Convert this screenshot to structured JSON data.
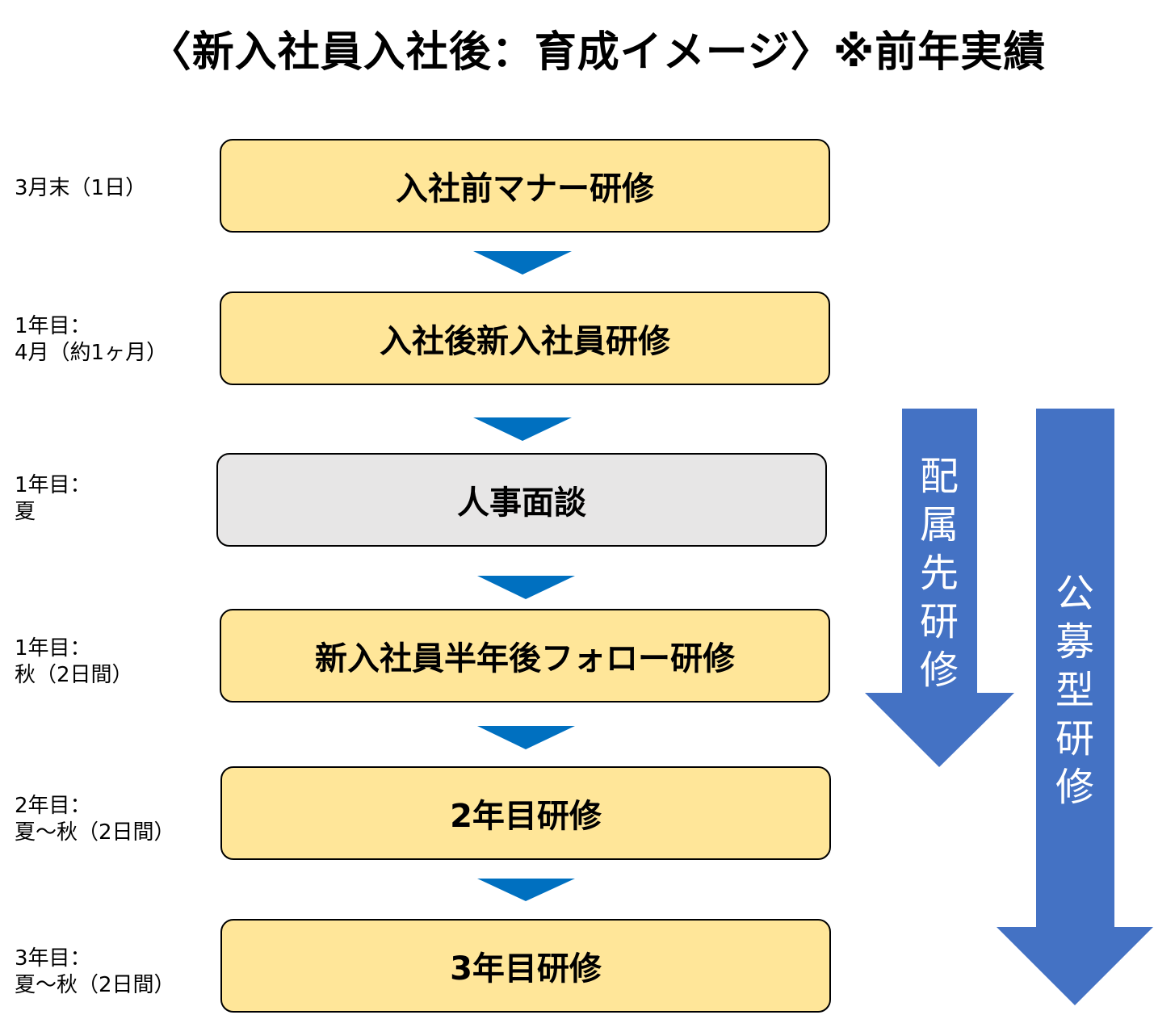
{
  "title": "〈新入社員入社後：育成イメージ〉※前年実績",
  "steps": [
    {
      "period": "3月末（1日）",
      "name": "入社前マナー研修"
    },
    {
      "period": "1年目：\n4月（約1ヶ月）",
      "name": "入社後新入社員研修"
    },
    {
      "period": "1年目：\n夏",
      "name": "人事面談"
    },
    {
      "period": "1年目：\n秋（2日間）",
      "name": "新入社員半年後フォロー研修"
    },
    {
      "period": "2年目：\n夏～秋（2日間）",
      "name": "2年目研修"
    },
    {
      "period": "3年目：\n夏～秋（2日間）",
      "name": "3年目研修"
    }
  ],
  "side_arrows": [
    {
      "label": "配属先研修"
    },
    {
      "label": "公募型研修"
    }
  ],
  "colors": {
    "box": "#FFE699",
    "box_gray": "#E7E6E6",
    "step_arrow": "#0070C0",
    "side_arrow": "#4472C4"
  }
}
